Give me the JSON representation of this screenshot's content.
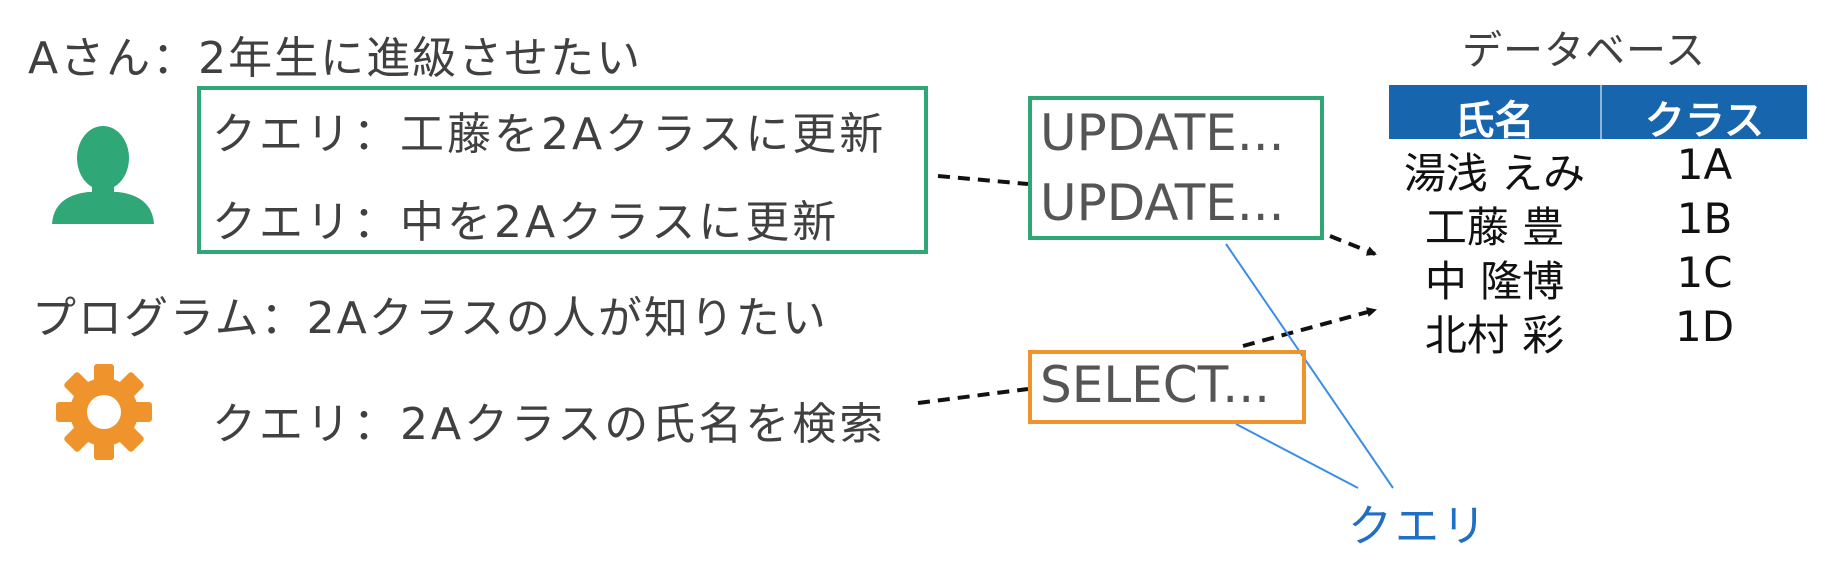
{
  "scenario_a": {
    "heading": "Aさん：2年生に進級させたい",
    "queries": [
      "クエリ：工藤を2Aクラスに更新",
      "クエリ：中を2Aクラスに更新"
    ],
    "icon": "person-icon",
    "color": "#2fa776"
  },
  "scenario_program": {
    "heading": "プログラム：2Aクラスの人が知りたい",
    "query": "クエリ：2Aクラスの氏名を検索",
    "icon": "gear-icon",
    "color": "#ef942d"
  },
  "sql_statements": {
    "update_1": "UPDATE...",
    "update_2": "UPDATE...",
    "select": "SELECT..."
  },
  "callout": {
    "label": "クエリ",
    "color": "#1f6fc6"
  },
  "database": {
    "title": "データベース",
    "header_color": "#1766ad",
    "columns": [
      "氏名",
      "クラス"
    ],
    "rows": [
      {
        "name": "湯浅 えみ",
        "class": "1A"
      },
      {
        "name": "工藤 豊",
        "class": "1B"
      },
      {
        "name": "中 隆博",
        "class": "1C"
      },
      {
        "name": "北村 彩",
        "class": "1D"
      }
    ]
  }
}
